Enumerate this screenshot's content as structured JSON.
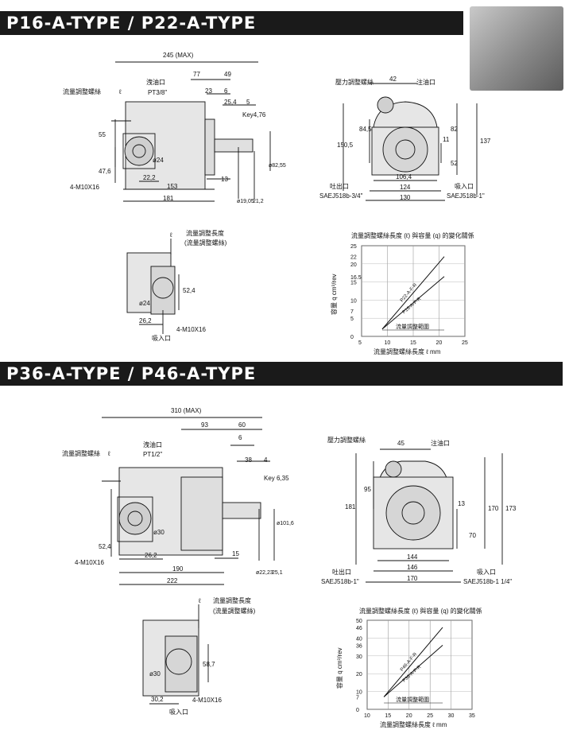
{
  "sections": [
    {
      "title": "P16-A-TYPE / P22-A-TYPE"
    },
    {
      "title": "P36-A-TYPE / P46-A-TYPE"
    }
  ],
  "p16": {
    "side": {
      "max_len": "245 (MAX)",
      "d77": "77",
      "d49": "49",
      "d23": "23",
      "d6": "6",
      "d25_4": "25,4",
      "d5": "5",
      "drain": "洩油口",
      "drain_spec": "PT3/8\"",
      "adjust": "流量調整螺絲",
      "key": "Key4,76 ",
      "d55": "55",
      "d47_6": "47,6",
      "bolt": "4-M10X16",
      "phi24": "ø24",
      "d22_2": "22,2",
      "d153": "153",
      "d181": "181",
      "d13": "13",
      "shaft1": "ø19,05",
      "shaft2": "21,2",
      "shaft3": "ø82,55",
      "ell": "ℓ"
    },
    "front": {
      "d42": "42",
      "pressure_screw": "壓力調整螺絲",
      "inlet_note": "注油口",
      "d150_5": "150,5",
      "d84_5": "84,5",
      "d82": "82",
      "d137": "137",
      "d11": "11",
      "d52": "52",
      "d106_4": "106,4",
      "d124": "124",
      "d130": "130",
      "outlet": "吐出口",
      "outlet_spec": "SAEJ518b-3/4\"",
      "suction": "吸入口",
      "suction_spec": "SAEJ518b-1\""
    },
    "rear": {
      "ell": "ℓ",
      "adj_len": "流量調整長度",
      "adj_len2": "(流量調整螺絲)",
      "phi24": "ø24",
      "d52_4": "52,4",
      "d26_2": "26,2",
      "bolt": "4-M10X16",
      "suction": "吸入口"
    },
    "chart_title": "流量調整螺絲長度 (ℓ) 與容量 (q) 的變化關係"
  },
  "p36": {
    "side": {
      "max_len": "310 (MAX)",
      "d93": "93",
      "d60": "60",
      "d6": "6",
      "d38": "38",
      "d4": "4",
      "drain": "洩油口",
      "drain_spec": "PT1/2\"",
      "adjust": "流量調整螺絲",
      "key": "Key 6,35 ",
      "d52_4": "52,4",
      "bolt": "4-M10X16",
      "phi30": "ø30",
      "d26_2": "26,2",
      "d190": "190",
      "d222": "222",
      "d15": "15",
      "shaft1": "ø22,23",
      "shaft2": "25,1",
      "shaft3": "ø101,6",
      "ell": "ℓ"
    },
    "front": {
      "d45": "45",
      "pressure_screw": "壓力調整螺絲",
      "inlet_note": "注油口",
      "d181": "181",
      "d95": "95",
      "d170": "170",
      "d173": "173",
      "d13": "13",
      "d70": "70",
      "d144": "144",
      "d146": "146",
      "d170b": "170",
      "outlet": "吐出口",
      "outlet_spec": "SAEJ518b-1\"",
      "suction": "吸入口",
      "suction_spec": "SAEJ518b-1 1/4\""
    },
    "rear": {
      "ell": "ℓ",
      "adj_len": "流量調整長度",
      "adj_len2": "(流量調整螺絲)",
      "phi30": "ø30",
      "d58_7": "58,7",
      "d30_2": "30,2",
      "bolt": "4-M10X16",
      "suction": "吸入口"
    },
    "chart_title": "流量調整螺絲長度 (ℓ) 與容量 (q) 的變化關係"
  },
  "chart_data": [
    {
      "type": "line",
      "title": "流量調整螺絲長度 (ℓ) 與容量 (q) 的變化關係",
      "xlabel": "流量調整螺絲長度 ℓ mm",
      "ylabel": "容量 q cm³/rev",
      "xlim": [
        5,
        25
      ],
      "ylim": [
        0,
        25
      ],
      "xticks": [
        5,
        10,
        15,
        20,
        25
      ],
      "yticks": [
        0,
        5,
        7,
        10,
        15,
        16.5,
        20,
        22,
        25
      ],
      "band_label": "流量調整範圍",
      "series": [
        {
          "name": "P22-A-F-R",
          "x": [
            9,
            21
          ],
          "y": [
            2,
            22
          ]
        },
        {
          "name": "P16-A-F-R",
          "x": [
            9,
            21
          ],
          "y": [
            2,
            16.5
          ]
        }
      ],
      "grid": true
    },
    {
      "type": "line",
      "title": "流量調整螺絲長度 (ℓ) 與容量 (q) 的變化關係",
      "xlabel": "流量調整螺絲長度 ℓ mm",
      "ylabel": "容量 q cm³/rev",
      "xlim": [
        10,
        35
      ],
      "ylim": [
        0,
        50
      ],
      "xticks": [
        10,
        15,
        20,
        25,
        30,
        35
      ],
      "yticks": [
        0,
        7,
        10,
        20,
        30,
        36,
        40,
        46,
        50
      ],
      "band_label": "流量調整範圍",
      "series": [
        {
          "name": "P46-A-F-R",
          "x": [
            14,
            28
          ],
          "y": [
            7,
            46
          ]
        },
        {
          "name": "P36-A-F-R",
          "x": [
            14,
            28
          ],
          "y": [
            7,
            36
          ]
        }
      ],
      "grid": true
    }
  ]
}
